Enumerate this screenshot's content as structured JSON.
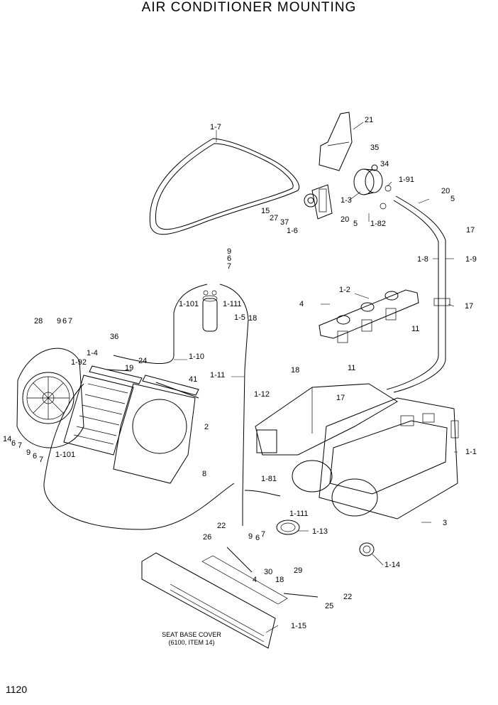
{
  "title": "AIR CONDITIONER  MOUNTING",
  "page_number": "1120",
  "seat_note": {
    "line1": "SEAT BASE COVER",
    "line2": "(6100, ITEM 14)"
  },
  "callouts": {
    "c1_7": "1-7",
    "c21": "21",
    "c35": "35",
    "c34": "34",
    "c1_91": "1-91",
    "c1_3": "1-3",
    "c20a": "20",
    "c5a": "5",
    "c15": "15",
    "c27": "27",
    "c37": "37",
    "c1_6": "1-6",
    "c20b": "20",
    "c5b": "5",
    "c1_82": "1-82",
    "c17a": "17",
    "c1_8": "1-8",
    "c1_9": "1-9",
    "c9a": "9",
    "c6a": "6",
    "c7a": "7",
    "c1_101a": "1-101",
    "c1_111a": "1-111",
    "c1_5": "1-5",
    "c18a": "18",
    "c4a": "4",
    "c1_2": "1-2",
    "c17b": "17",
    "c11a": "11",
    "c28": "28",
    "c9b": "9",
    "c6b": "6",
    "c7b": "7",
    "c36": "36",
    "c1_4": "1-4",
    "c1_92": "1-92",
    "c24": "24",
    "c19": "19",
    "c41": "41",
    "c1_10": "1-10",
    "c1_11": "1-11",
    "c18b": "18",
    "c11b": "11",
    "c1_12": "1-12",
    "c17c": "17",
    "c2": "2",
    "c1_1": "1-1",
    "c14": "14",
    "c6c": "6",
    "c7c": "7",
    "c9c": "9",
    "c6d": "6",
    "c7d": "7",
    "c1_101b": "1-101",
    "c8": "8",
    "c1_81": "1-81",
    "c1_111b": "1-111",
    "c3": "3",
    "c22a": "22",
    "c26": "26",
    "c9d": "9",
    "c6e": "6",
    "c7e": "7",
    "c1_13": "1-13",
    "c1_14": "1-14",
    "c30": "30",
    "c4b": "4",
    "c18c": "18",
    "c29": "29",
    "c22b": "22",
    "c25": "25",
    "c1_15": "1-15"
  }
}
